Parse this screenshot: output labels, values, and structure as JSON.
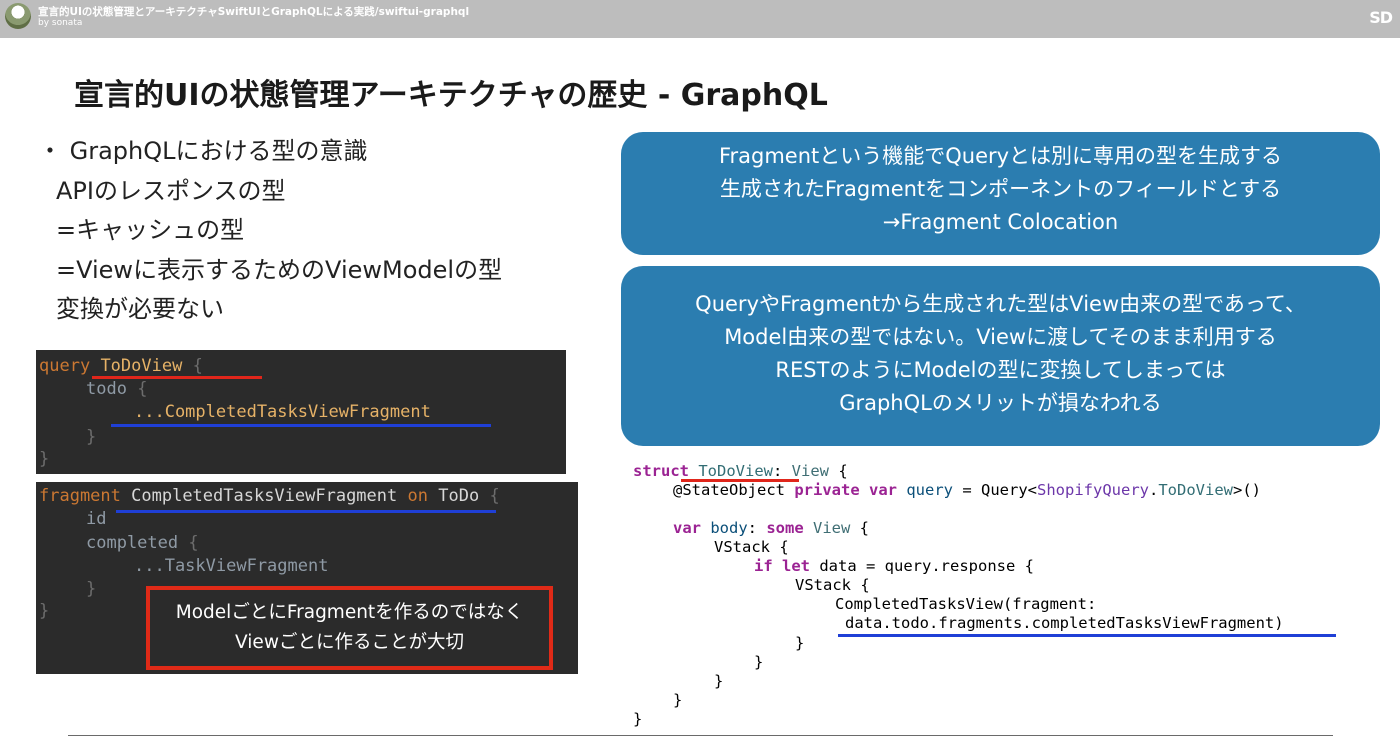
{
  "header": {
    "deck_title": "宣言的UIの状態管理とアーキテクチャSwiftUIとGraphQLによる実践/swiftui-graphql",
    "author": "by sonata",
    "brand": "SD"
  },
  "slide": {
    "title": "宣言的UIの状態管理アーキテクチャの歴史 - GraphQL",
    "bullets": [
      "・ GraphQLにおける型の意識",
      "APIのレスポンスの型",
      "=キャッシュの型",
      "=Viewに表示するためのViewModelの型",
      "変換が必要ない"
    ]
  },
  "query_code": {
    "l1_kw": "query",
    "l1_name": "ToDoView",
    "l1_brace": "{",
    "l2_field": "todo",
    "l2_brace": "{",
    "l3_spread": "...CompletedTasksViewFragment",
    "l4_brace": "}",
    "l5_brace": "}"
  },
  "fragment_code": {
    "l1_kw": "fragment",
    "l1_name": "CompletedTasksViewFragment",
    "l1_on": "on",
    "l1_type": "ToDo",
    "l1_brace": "{",
    "l2_field": "id",
    "l3_field": "completed",
    "l3_brace": "{",
    "l4_spread": "...TaskViewFragment",
    "l5_brace": "}",
    "l6_brace": "}"
  },
  "callout_red": [
    "ModelごとにFragmentを作るのではなく",
    "Viewごとに作ることが大切"
  ],
  "info_box_1": [
    "Fragmentという機能でQueryとは別に専用の型を生成する",
    "生成されたFragmentをコンポーネントのフィールドとする",
    "→Fragment Colocation"
  ],
  "info_box_2": [
    "QueryやFragmentから生成された型はView由来の型であって、",
    "Model由来の型ではない。Viewに渡してそのまま利用する",
    "RESTのようにModelの型に変換してしまっては",
    "GraphQLのメリットが損なわれる"
  ],
  "swift_code": {
    "l1_struct": "struct",
    "l1_name": " ToDoView",
    "l1_colon": ": ",
    "l1_view": "View",
    "l1_brace": " {",
    "l2_attr": "@StateObject",
    "l2_private": "private",
    "l2_var": "var",
    "l2_query": "query",
    "l2_eq": " = Query<",
    "l2_ns": "ShopifyQuery",
    "l2_dot": ".",
    "l2_type": "ToDoView",
    "l2_end": ">()",
    "l3_var": "var",
    "l3_body": "body",
    "l3_colon": ": ",
    "l3_some": "some",
    "l3_view": "View",
    "l3_brace": " {",
    "l4_vstack": "VStack {",
    "l5_if": "if",
    "l5_let": "let",
    "l5_rest": " data = query.response {",
    "l6_vstack": "VStack {",
    "l7_call": "CompletedTasksView(fragment:",
    "l8_arg": "data.todo.fragments.completedTasksViewFragment)",
    "l9": "}",
    "l10": "}",
    "l11": "}",
    "l12": "}",
    "l13": "}"
  },
  "colors": {
    "header_bar": "#bdbdbd",
    "info_box": "#2b7db0",
    "code_bg": "#2b2b2b",
    "keyword_orange": "#cc7832",
    "underline_red": "#e0261b",
    "underline_blue": "#1f3fd6",
    "callout_border": "#e02a17",
    "swift_keyword": "#9b2393"
  }
}
